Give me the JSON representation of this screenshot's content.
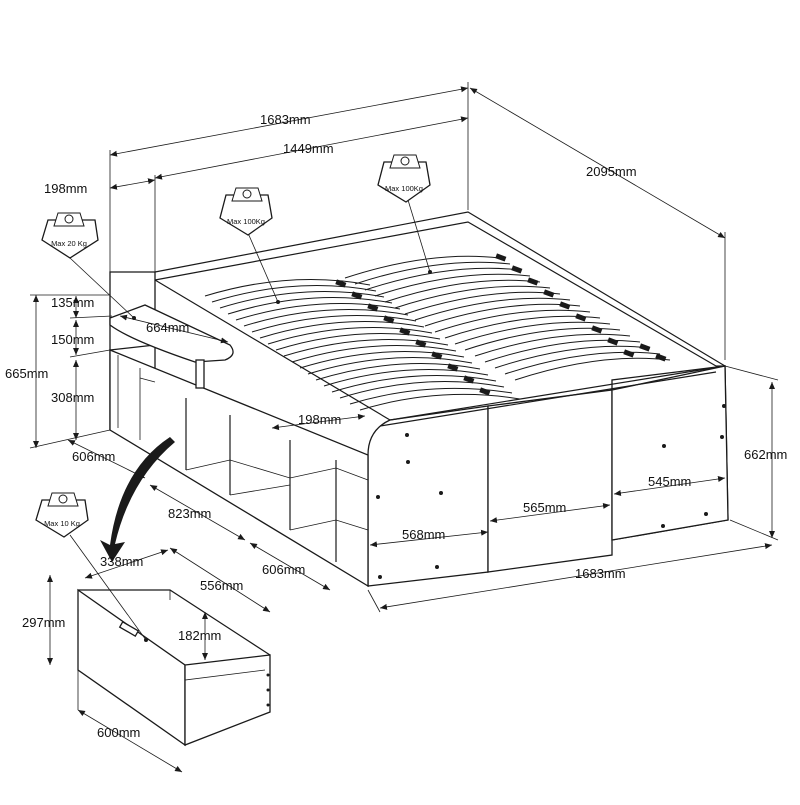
{
  "dimensions": {
    "overall_width_top": "1683mm",
    "inner_width": "1449mm",
    "overall_length": "2095mm",
    "desk_offset": "198mm",
    "desk_board_thickness_gap": "135mm",
    "desk_depth": "664mm",
    "gap_150": "150mm",
    "total_height_left": "665mm",
    "lower_height_left": "308mm",
    "shelf_depth": "198mm",
    "left_segment_606": "606mm",
    "shelf_run_823": "823mm",
    "front_segment_606": "606mm",
    "front_568": "568mm",
    "front_565": "565mm",
    "front_545": "545mm",
    "height_right": "662mm",
    "overall_width_bottom": "1683mm",
    "drawer_width_338": "338mm",
    "drawer_depth_556": "556mm",
    "drawer_height_297": "297mm",
    "drawer_inner_182": "182mm",
    "drawer_length_600": "600mm"
  },
  "badges": {
    "desk": "Max 20  Kg",
    "left_mattress": "Max 100Kg",
    "right_mattress": "Max 100Kg",
    "drawer": "Max 10  Kg"
  },
  "icons": {
    "weight": "weight-icon",
    "arrow": "curved-arrow-icon"
  },
  "colors": {
    "line": "#1a1a1a",
    "background": "#ffffff"
  }
}
